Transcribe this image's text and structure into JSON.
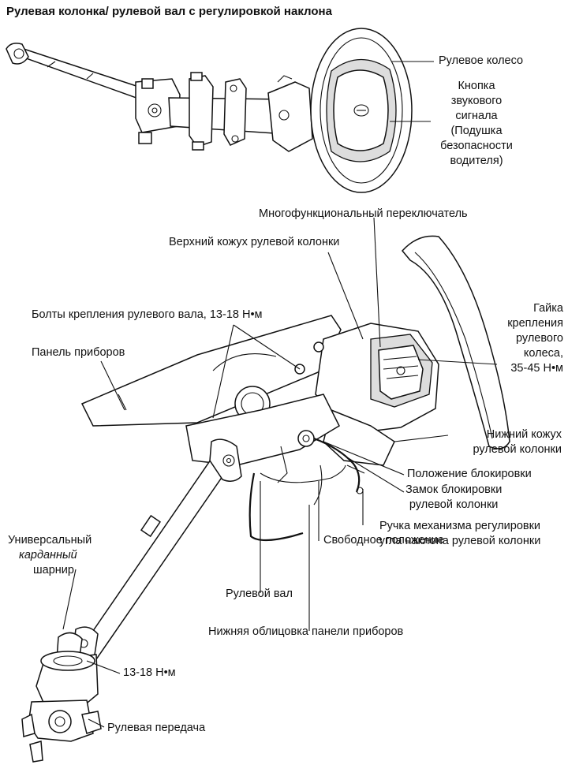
{
  "title": "Рулевая колонка/ рулевой вал с регулировкой наклона",
  "labels": {
    "steering_wheel": "Рулевое колесо",
    "horn_button": [
      "Кнопка",
      "звукового",
      "сигнала",
      "(Подушка",
      "безопасности",
      "водителя)"
    ],
    "multifunction_switch": "Многофункциональный переключатель",
    "upper_cover": "Верхний кожух рулевой колонки",
    "shaft_bolts": "Болты крепления рулевого вала, 13-18 Н•м",
    "dashboard": "Панель приборов",
    "wheel_nut": [
      "Гайка",
      "крепления",
      "рулевого",
      "колеса,",
      "35-45 Н•м"
    ],
    "lower_cover": [
      "Нижний кожух",
      "рулевой колонки"
    ],
    "lock_position": "Положение блокировки",
    "column_lock": [
      "Замок блокировки",
      "рулевой колонки"
    ],
    "tilt_lever": [
      "Ручка механизма регулировки",
      "угла наклона рулевой колонки"
    ],
    "free_position": "Свободное положение",
    "universal_joint": [
      "Универсальный",
      "карданный",
      "шарнир"
    ],
    "steering_shaft": "Рулевой вал",
    "lower_panel_trim": "Нижняя облицовка панели приборов",
    "torque_gear": "13-18 Н•м",
    "steering_gear": "Рулевая передача"
  }
}
